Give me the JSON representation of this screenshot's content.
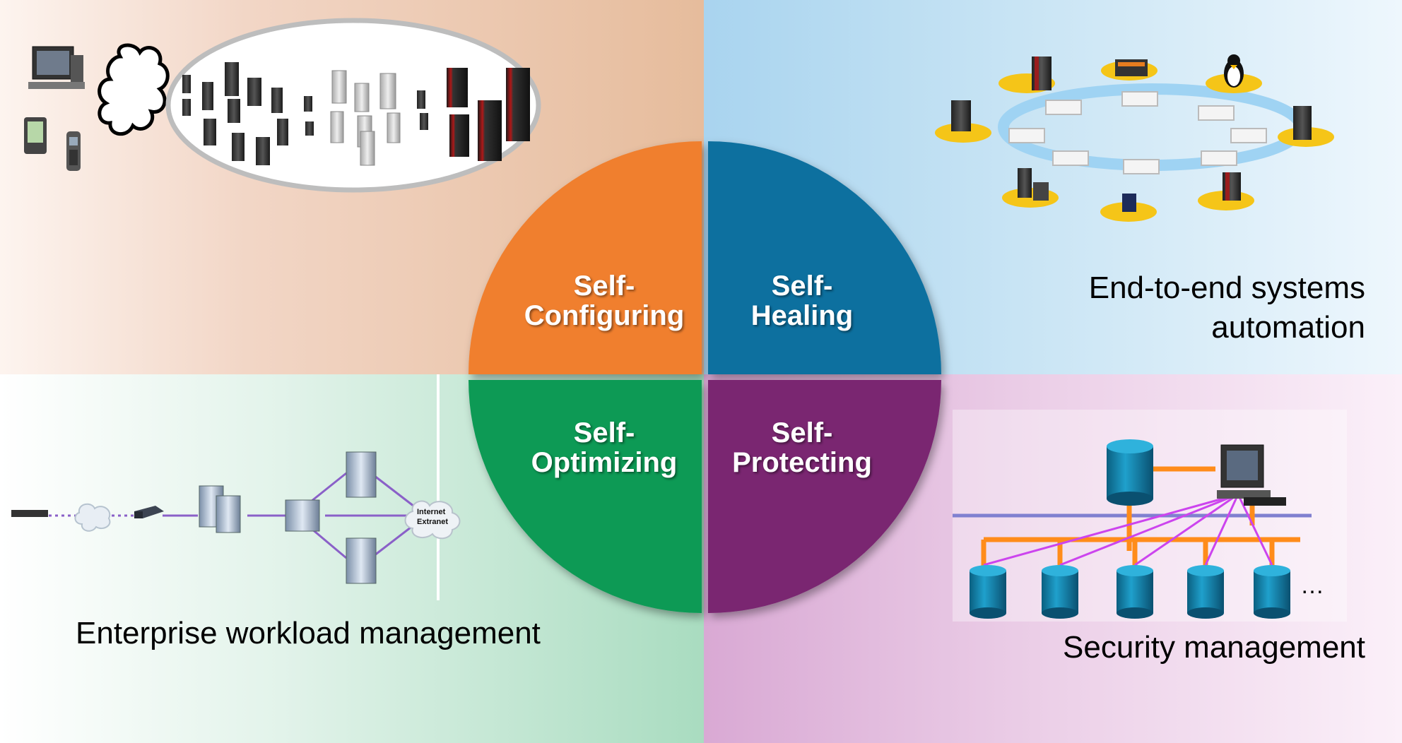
{
  "segments": {
    "top_left": {
      "line1": "Self-",
      "line2": "Configuring",
      "color": "#f07f2e"
    },
    "top_right": {
      "line1": "Self-",
      "line2": "Healing",
      "color": "#106f9f"
    },
    "bottom_left": {
      "line1": "Self-",
      "line2": "Optimizing",
      "color": "#0f9a55"
    },
    "bottom_right": {
      "line1": "Self-",
      "line2": "Protecting",
      "color": "#7a2671"
    }
  },
  "captions": {
    "end_to_end_line1": "End-to-end systems",
    "end_to_end_line2": "automation",
    "workload": "Enterprise workload management",
    "security": "Security management"
  },
  "workload_diagram": {
    "cloud_label_line1": "Internet",
    "cloud_label_line2": "Extranet"
  },
  "security_diagram": {
    "ellipsis": "…"
  },
  "icons": [
    "desktop-computer-icon",
    "pda-icon",
    "mobile-phone-icon",
    "cloud-icon",
    "server-rack-icon",
    "linux-penguin-icon",
    "laptop-icon",
    "router-icon",
    "database-cylinder-icon",
    "workstation-icon"
  ],
  "colors": {
    "accent_orange": "#ff8c1a",
    "accent_violet": "#cc44ee",
    "bus_blue": "#8080d0",
    "ring_blue": "#9fd3f3",
    "pedestal_yellow": "#f5c518",
    "cylinder_teal": "#0f7fa8"
  }
}
